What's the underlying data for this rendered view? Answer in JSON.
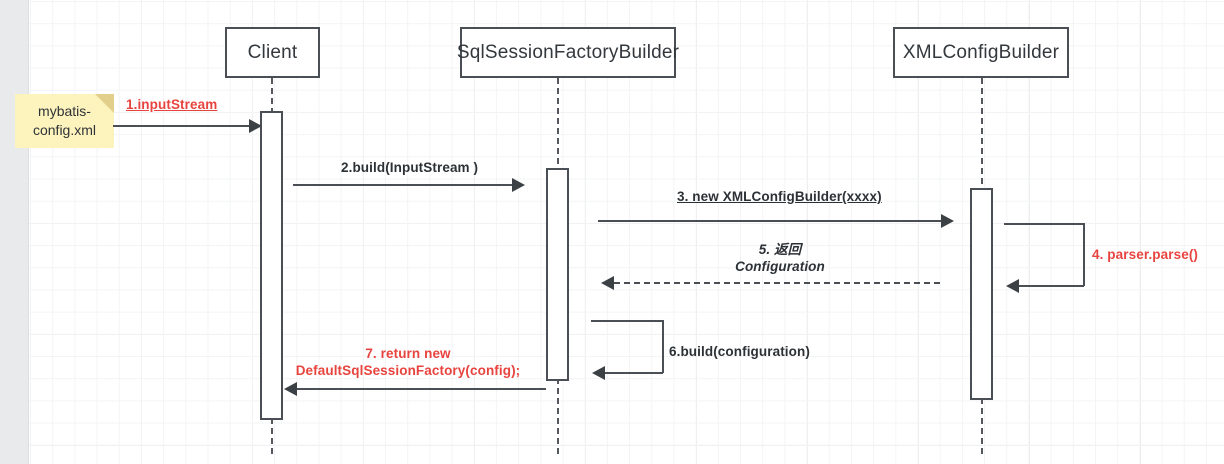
{
  "diagram": {
    "type": "uml-sequence-diagram",
    "title": "MyBatis SqlSessionFactory build sequence"
  },
  "participants": [
    {
      "id": "client",
      "label": "Client"
    },
    {
      "id": "builder",
      "label": "SqlSessionFactoryBuilder"
    },
    {
      "id": "xmlcfg",
      "label": "XMLConfigBuilder"
    }
  ],
  "note": {
    "text": "mybatis-config.xml",
    "line1": "mybatis-",
    "line2": "config.xml",
    "fill": "#fcf3bd",
    "fold": "#e2cf8c"
  },
  "messages": [
    {
      "seq": "1",
      "label": "1.inputStream",
      "from": "note",
      "to": "client",
      "style": "solid",
      "direction": "right",
      "color": "#e8443f",
      "underline": true
    },
    {
      "seq": "2",
      "label": "2.build(InputStream )",
      "from": "client",
      "to": "builder",
      "style": "solid",
      "direction": "right",
      "color": "#2c3136",
      "underline": false
    },
    {
      "seq": "3",
      "label": "3. new XMLConfigBuilder(xxxx)",
      "from": "builder",
      "to": "xmlcfg",
      "style": "solid",
      "direction": "right",
      "color": "#2c3136",
      "underline": true
    },
    {
      "seq": "4",
      "label": "4. parser.parse()",
      "from": "xmlcfg",
      "to": "xmlcfg",
      "style": "self-call",
      "direction": "left",
      "color": "#e8443f",
      "underline": false
    },
    {
      "seq": "5",
      "label_line1": "5. 返回",
      "label_line2": "Configuration",
      "label": "5. 返回 Configuration",
      "from": "xmlcfg",
      "to": "builder",
      "style": "dashed",
      "direction": "left",
      "color": "#2c3136",
      "italic": true
    },
    {
      "seq": "6",
      "label": "6.build(configuration)",
      "from": "builder",
      "to": "builder",
      "style": "self-call",
      "direction": "left",
      "color": "#2c3136",
      "underline": false
    },
    {
      "seq": "7",
      "label_line1": "7. return new",
      "label_line2": "DefaultSqlSessionFactory(config);",
      "label": "7. return new DefaultSqlSessionFactory(config);",
      "from": "builder",
      "to": "client",
      "style": "solid",
      "direction": "left",
      "color": "#e8443f",
      "underline": false
    }
  ],
  "colors": {
    "stroke": "#4a4f55",
    "text": "#2c3136",
    "accent_red": "#e8443f",
    "canvas": "#ffffff",
    "gutter": "#e9eaec",
    "grid_minor": "#f3f4f5",
    "grid_major": "#e7e9ea"
  }
}
